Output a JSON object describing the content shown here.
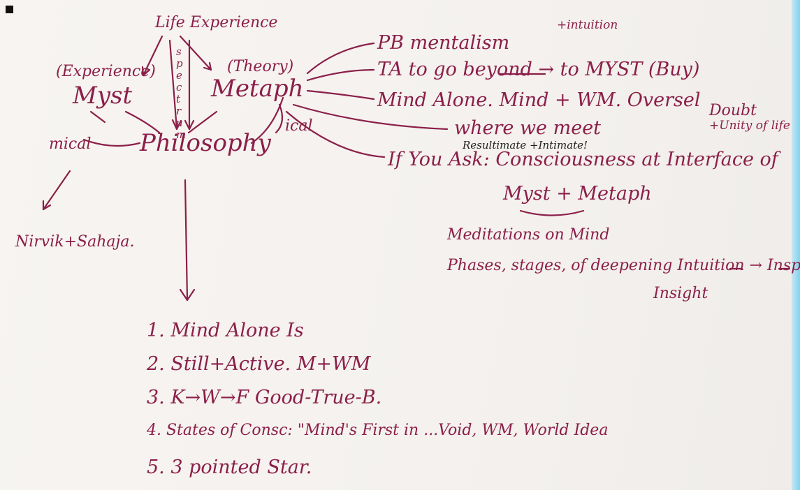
{
  "notes": {
    "top": {
      "life_experience": "Life Experience",
      "spectrum": "spectrum",
      "experience": "(Experience)",
      "myst": "Myst",
      "theory": "(Theory)",
      "metaph": "Metaph",
      "mical": "mical",
      "ical": "ical",
      "philosophy": "Philosophy",
      "nirvik_sahaja": "Nirvik+Sahaja."
    },
    "branches": {
      "pb_mentalism": "PB mentalism",
      "intuition": "+intuition",
      "to_go_beyond": "TA to go beyond → to MYST (Buy)",
      "mind_alone": "Mind Alone. Mind + WM. Oversel",
      "doubt": "Doubt",
      "unity_of_life": "+Unity of life",
      "where_we_meet": "where we meet",
      "resultant_intimate": "Resultimate +Intimate!",
      "if_you_ask": "If You Ask: Consciousness at Interface of",
      "myst_metaph": "Myst + Metaph",
      "meditations": "Meditations on Mind",
      "phases": "Phases, stages, of deepening Intuition → Insp →",
      "insight": "Insight"
    },
    "list": [
      "1. Mind Alone Is",
      "2. Still+Active. M+WM",
      "3. K→W→F   Good-True-B.",
      "4. States of Consc: \"Mind's First in ...Void, WM, World Idea",
      "5. 3 pointed Star."
    ],
    "ink_color": "#8b1f4a"
  }
}
